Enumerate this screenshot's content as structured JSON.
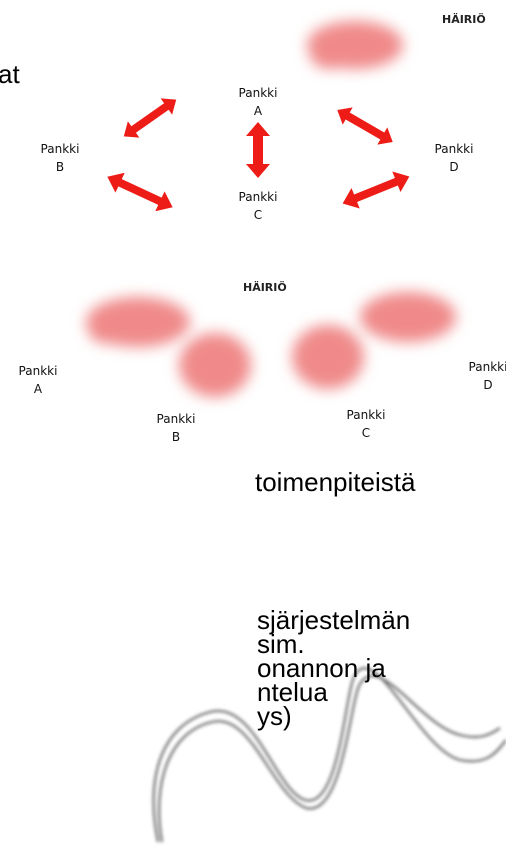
{
  "colors": {
    "arrow": "#ee1c16",
    "cloud": "#f08a8a",
    "wave": "#777777"
  },
  "diagram1": {
    "hairio_label": "HÄIRIÖ",
    "banks": [
      {
        "line1": "Pankki",
        "line2": "A"
      },
      {
        "line1": "Pankki",
        "line2": "B"
      },
      {
        "line1": "Pankki",
        "line2": "C"
      },
      {
        "line1": "Pankki",
        "line2": "D"
      }
    ]
  },
  "diagram2": {
    "hairio_label": "HÄIRIÖ",
    "banks": [
      {
        "line1": "Pankki",
        "line2": "A"
      },
      {
        "line1": "Pankki",
        "line2": "B"
      },
      {
        "line1": "Pankki",
        "line2": "C"
      },
      {
        "line1": "Pankki",
        "line2": "D"
      }
    ]
  },
  "text_fragments": {
    "frag_top": "at",
    "frag_mid": "toimenpiteistä",
    "lines": [
      "sjärjestelmän",
      "sim.",
      "onannon ja",
      "ntelua",
      "ys)"
    ]
  }
}
